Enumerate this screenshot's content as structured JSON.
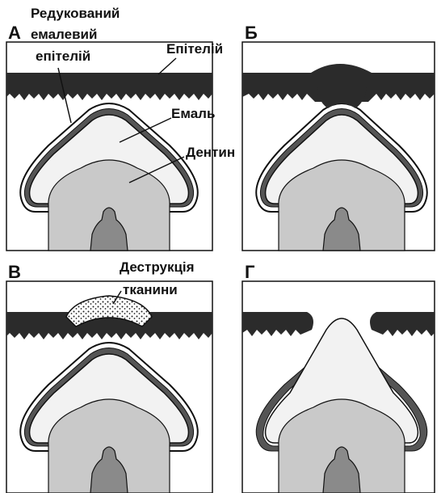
{
  "panels": [
    {
      "letter": "А",
      "stage": "intact"
    },
    {
      "letter": "Б",
      "stage": "fusion"
    },
    {
      "letter": "В",
      "stage": "destruction"
    },
    {
      "letter": "Г",
      "stage": "eruption"
    }
  ],
  "labels": {
    "reduced_epithelium_line1": "Редукований",
    "reduced_epithelium_line2": "емалевий",
    "reduced_epithelium_line3": "епітелій",
    "epithelium": "Епітелій",
    "enamel": "Емаль",
    "dentin": "Дентин",
    "destruction_line1": "Деструкція",
    "destruction_line2": "тканини"
  },
  "colors": {
    "epithelium": "#2b2b2b",
    "reduced_epithelium_band": "#555555",
    "enamel": "#f2f2f2",
    "dentin": "#c9c9c9",
    "pulp": "#8a8a8a",
    "outline": "#111111"
  }
}
